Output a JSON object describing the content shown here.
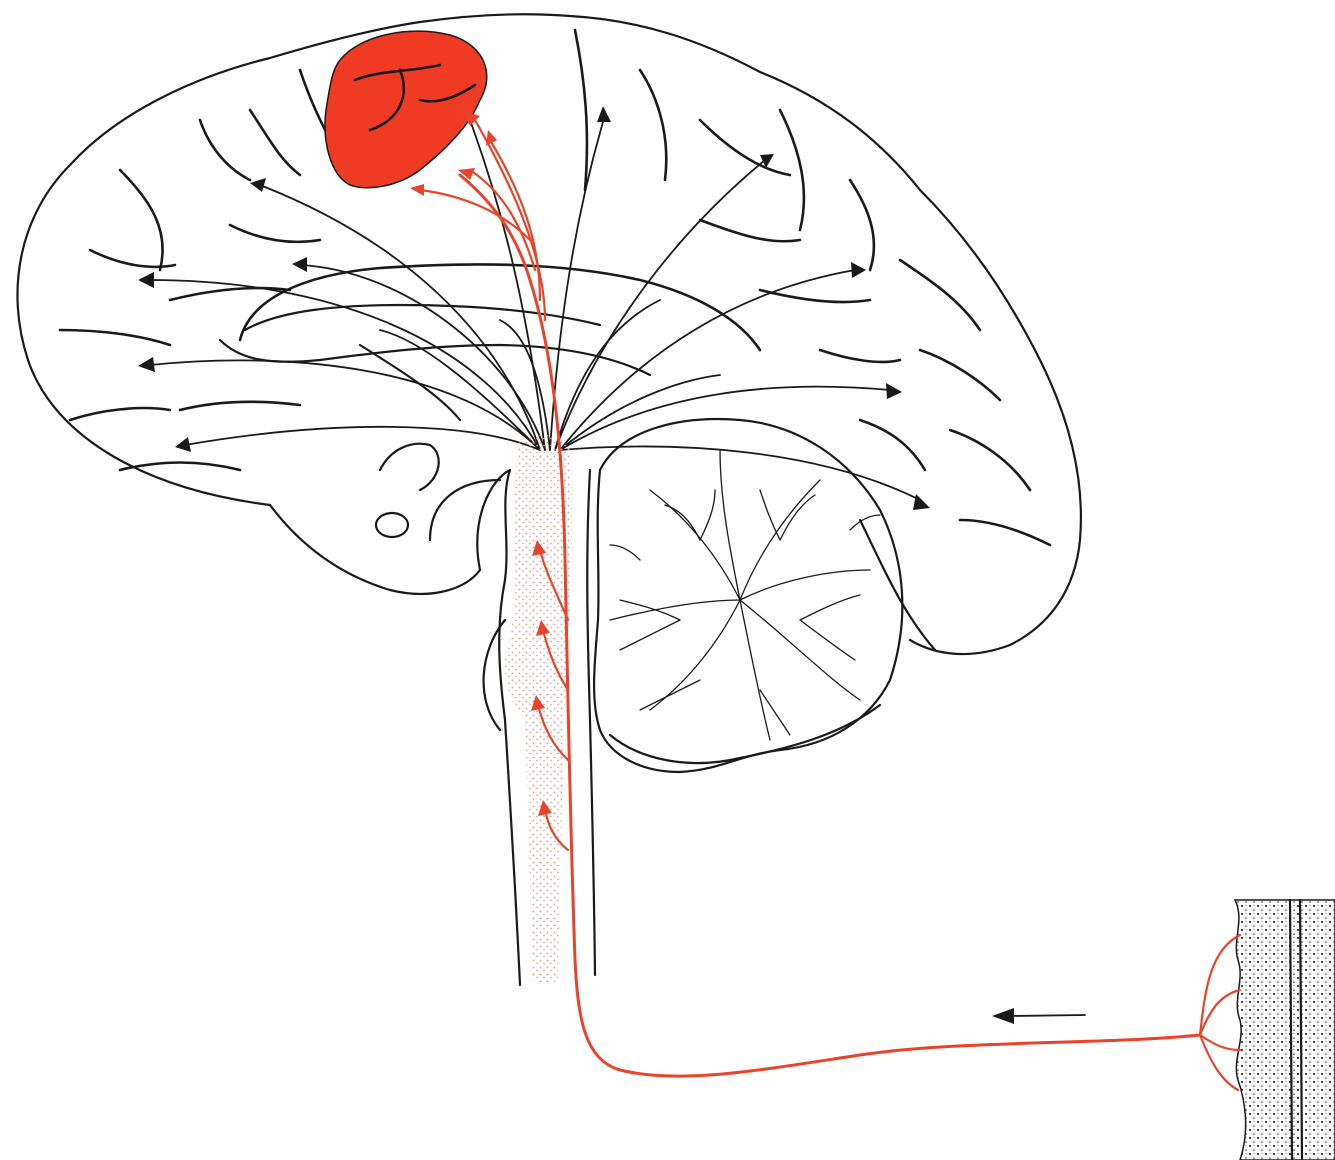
{
  "colors": {
    "ink": "#1a1a1a",
    "active_area": "#ef3b24",
    "pathway": "#e8442c",
    "brainstem_stipple": "#e9a39a",
    "skin_fill": "#f2f2f2",
    "background": "#ffffff"
  },
  "regions": [
    {
      "name": "cortex-active-region",
      "highlighted": true
    },
    {
      "name": "cerebral-hemisphere",
      "highlighted": false
    },
    {
      "name": "brainstem-reticular-formation",
      "highlighted": true
    },
    {
      "name": "cerebellum",
      "highlighted": false
    },
    {
      "name": "spinal-cord",
      "highlighted": false
    },
    {
      "name": "skin-receptor-patch",
      "highlighted": false
    }
  ],
  "pathways": [
    {
      "name": "ascending-sensory-pathway",
      "color_key": "pathway"
    },
    {
      "name": "diffuse-cortical-projections",
      "color_key": "ink"
    },
    {
      "name": "reticular-collaterals",
      "color_key": "pathway"
    }
  ],
  "signal_direction": "left"
}
